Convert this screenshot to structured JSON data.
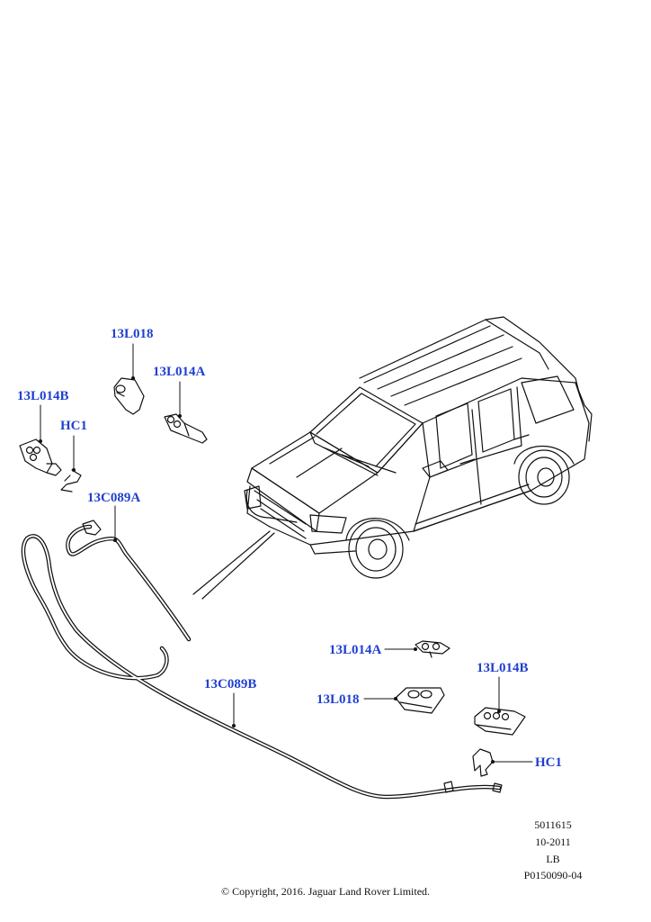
{
  "labels": {
    "l1": "13L018",
    "l2": "13L014A",
    "l3": "13L014B",
    "l4": "HC1",
    "l5": "13C089A",
    "l6": "13L014A",
    "l7": "13L014B",
    "l8": "13C089B",
    "l9": "13L018",
    "l10": "HC1"
  },
  "meta": {
    "part_number": "5011615",
    "date": "10-2011",
    "variant": "LB",
    "illustration_id": "P0150090-04"
  },
  "copyright": "© Copyright, 2016. Jaguar Land Rover Limited.",
  "colors": {
    "label": "#1f3fd0",
    "line": "#111111"
  }
}
